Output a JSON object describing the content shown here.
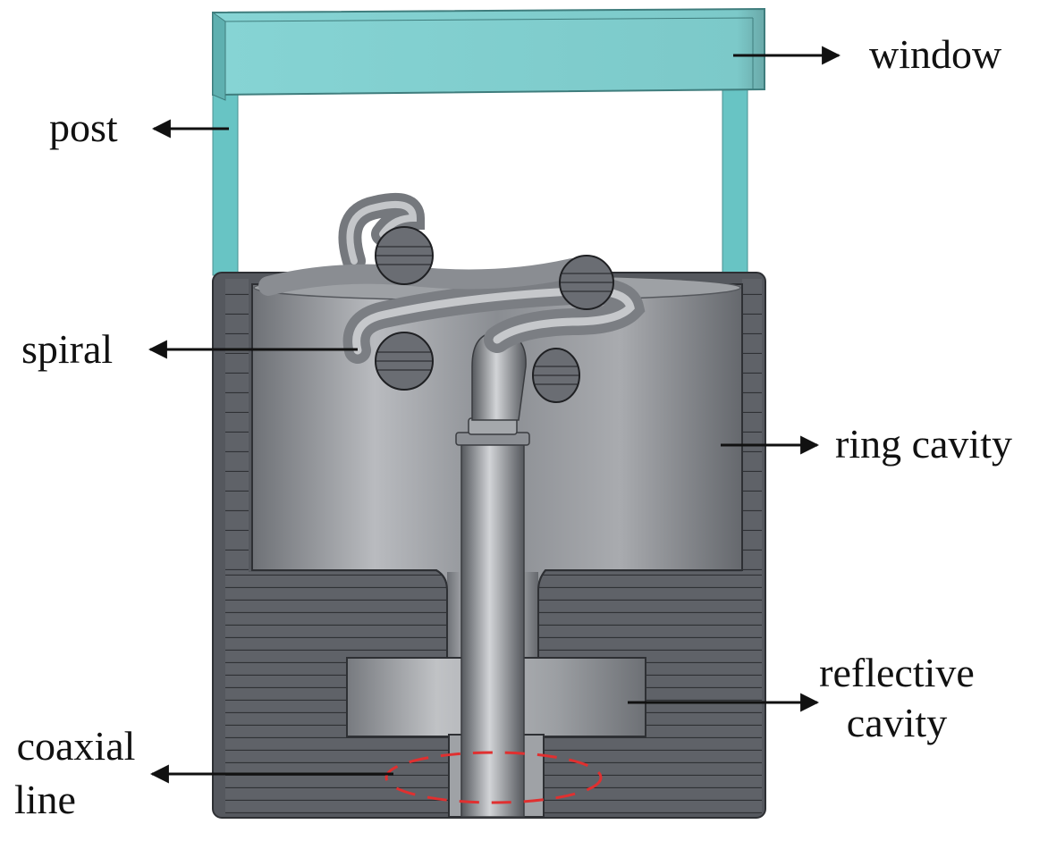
{
  "labels": {
    "window": "window",
    "post": "post",
    "spiral": "spiral",
    "ring_cavity": "ring cavity",
    "reflective_cavity_line1": "reflective",
    "reflective_cavity_line2": "cavity",
    "coaxial_line_line1": "coaxial",
    "coaxial_line_line2": "line"
  },
  "colors": {
    "window": "#7fcdcd",
    "post": "#66c2c2",
    "body_dark": "#5d6066",
    "cavity_metal": "#8e9196",
    "arrow": "#111111",
    "highlight_ellipse": "#e03030"
  }
}
